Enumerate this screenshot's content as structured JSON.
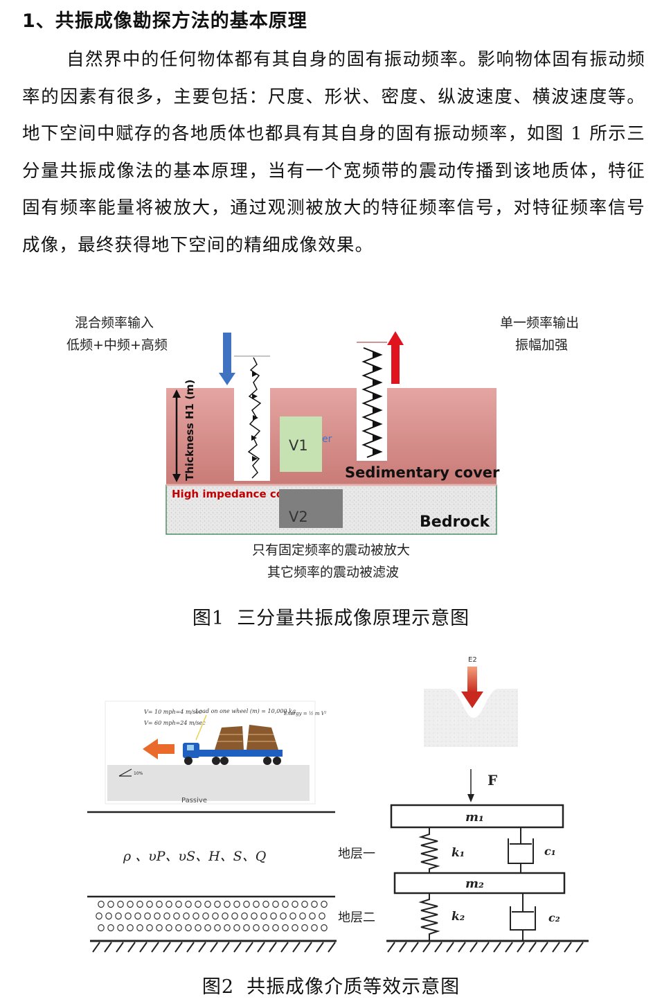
{
  "heading": "1、共振成像勘探方法的基本原理",
  "paragraph": "自然界中的任何物体都有其自身的固有振动频率。影响物体固有振动频率的因素有很多，主要包括：尺度、形状、密度、纵波速度、横波速度等。地下空间中赋存的各地质体也都具有其自身的固有振动频率，如图 1 所示三分量共振成像法的基本原理，当有一个宽频带的震动传播到该地质体，特征固有频率能量将被放大，通过观测被放大的特征频率信号，对特征频率信号成像，最终获得地下空间的精细成像效果。",
  "figure1": {
    "input_line1": "混合频率输入",
    "input_line2": "低频+中频+高频",
    "output_line1": "单一频率输出",
    "output_line2": "振幅加强",
    "thickness_label": "Thickness H1 (m)",
    "v1_label": "V1",
    "partial_label": "er",
    "sedimentary_label": "Sedimentary cover",
    "impedance_label": "High impedance con",
    "v2_label": "V2",
    "bedrock_label": "Bedrock",
    "note_line1": "只有固定频率的震动被放大",
    "note_line2": "其它频率的震动被滤波",
    "caption_num": "图1",
    "caption_text": "三分量共振成像原理示意图"
  },
  "figure2": {
    "speed_line1": "V= 10 mph=4 m/sec",
    "speed_line2": "V= 60 mph=24 m/sec",
    "load_text": "Load on one wheel (m) = 10,000 kg",
    "energy_text": "Energy = ½ m V²",
    "slope_text": "10%",
    "passive_text": "Passive",
    "e2_label": "E2",
    "params_text": "ρ 、υP、υS、H、S、Q",
    "force_label": "F",
    "m1_label": "m₁",
    "k1_label": "k₁",
    "c1_label": "c₁",
    "layer1_label": "地层一",
    "m2_label": "m₂",
    "k2_label": "k₂",
    "c2_label": "c₂",
    "layer2_label": "地层二",
    "caption_num": "图2",
    "caption_text": "共振成像介质等效示意图"
  },
  "colors": {
    "sediment": "#d9908c",
    "bedrock": "#e6e6e6",
    "v1_fill": "#c6e2b3",
    "v2_fill": "#7f7f7f",
    "down_arrow": "#3f73c2",
    "up_arrow": "#e0141e",
    "impedance_text": "#c00000"
  }
}
